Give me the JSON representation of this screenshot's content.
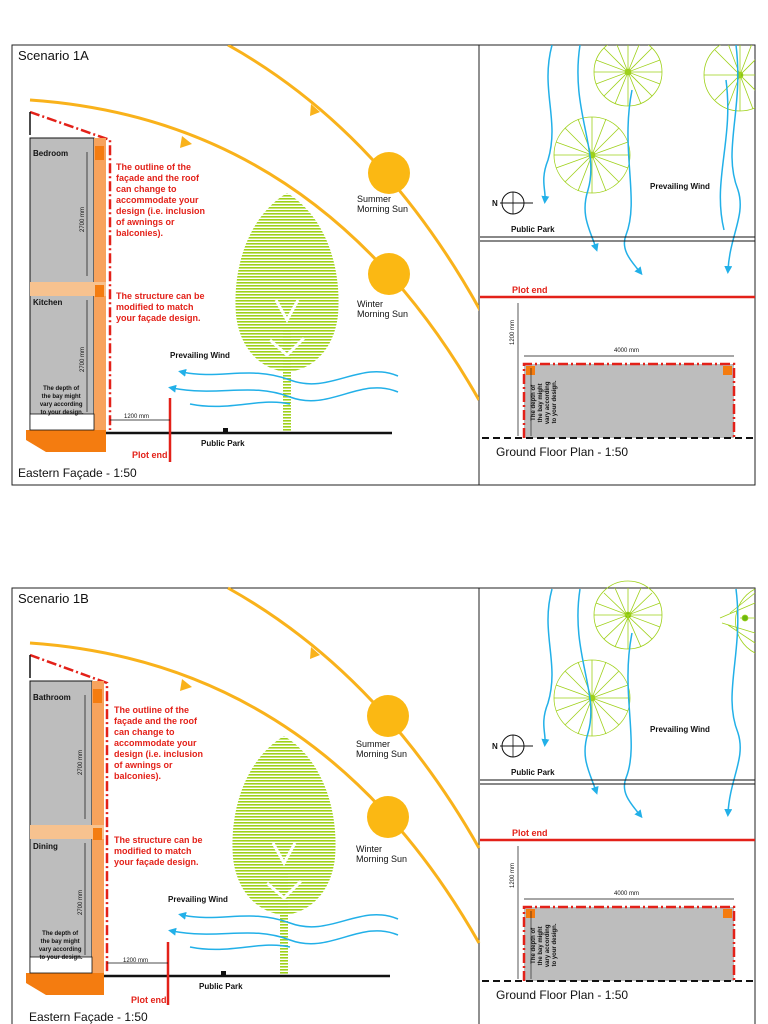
{
  "colors": {
    "sun": "#fbb813",
    "sun_path": "#f9b21b",
    "red_line": "#e32119",
    "wind": "#22b0e8",
    "tree": "#9fd11a",
    "tree_dark": "#6cb80f",
    "wall_grey": "#bdbdbd",
    "structure_orange": "#f7a35d",
    "foundation_orange": "#f47c10"
  },
  "scenarios": [
    {
      "title": "Scenario 1A",
      "room_upper": "Bedroom",
      "room_lower": "Kitchen",
      "dim_upper": "2700 mm",
      "dim_lower": "2700 mm",
      "bay_note_lines": [
        "The depth of",
        "the bay might",
        "vary according",
        "to your design."
      ],
      "offset_dim": "1200 mm",
      "outline_note_lines": [
        "The outline of the",
        "façade and the roof",
        "can change to",
        "accommodate your",
        "design (i.e. inclusion",
        "of awnings or",
        "balconies)."
      ],
      "structure_note_lines": [
        "The structure can be",
        "modified to match",
        "your façade design."
      ],
      "summer_sun_lines": [
        "Summer",
        "Morning Sun"
      ],
      "winter_sun_lines": [
        "Winter",
        "Morning Sun"
      ],
      "wind_label": "Prevailing Wind",
      "plot_end": "Plot end",
      "public_park": "Public Park",
      "facade_caption": "Eastern Façade - 1:50",
      "plan": {
        "north": "N",
        "public_park": "Public Park",
        "wind_label": "Prevailing Wind",
        "plot_end": "Plot end",
        "dim_side": "1200 mm",
        "dim_width": "4000 mm",
        "bay_note_lines": [
          "The depth of",
          "the bay might",
          "vary according",
          "to your design."
        ],
        "caption": "Ground Floor Plan - 1:50"
      }
    },
    {
      "title": "Scenario 1B",
      "room_upper": "Bathroom",
      "room_lower": "Dining",
      "dim_upper": "2700 mm",
      "dim_lower": "2700 mm",
      "bay_note_lines": [
        "The depth of",
        "the bay might",
        "vary according",
        "to your design."
      ],
      "offset_dim": "1200 mm",
      "outline_note_lines": [
        "The outline of the",
        "façade and the roof",
        "can change to",
        "accommodate your",
        "design (i.e. inclusion",
        "of awnings or",
        "balconies)."
      ],
      "structure_note_lines": [
        "The structure can be",
        "modified to match",
        "your façade design."
      ],
      "summer_sun_lines": [
        "Summer",
        "Morning Sun"
      ],
      "winter_sun_lines": [
        "Winter",
        "Morning Sun"
      ],
      "wind_label": "Prevailing Wind",
      "plot_end": "Plot end",
      "public_park": "Public Park",
      "facade_caption": "Eastern Façade - 1:50",
      "plan": {
        "north": "N",
        "public_park": "Public Park",
        "wind_label": "Prevailing Wind",
        "plot_end": "Plot end",
        "dim_side": "1200 mm",
        "dim_width": "4000 mm",
        "bay_note_lines": [
          "The depth of",
          "the bay might",
          "vary according",
          "to your design."
        ],
        "caption": "Ground Floor Plan - 1:50"
      }
    }
  ]
}
